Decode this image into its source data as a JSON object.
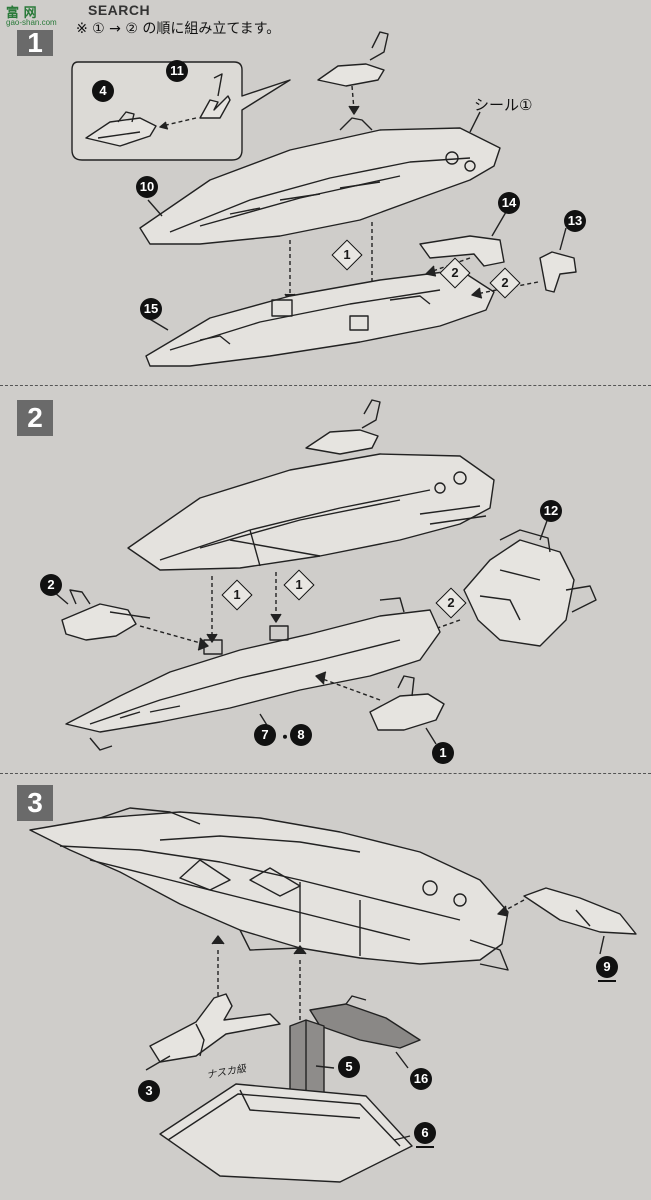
{
  "header": {
    "logo_text": "富 网",
    "logo_url": "gao-shan.com",
    "search_word": "SEARCH",
    "instruction": "※ ① → ② の順に組み立てます。"
  },
  "steps": [
    {
      "number": "1"
    },
    {
      "number": "2"
    },
    {
      "number": "3"
    }
  ],
  "step1": {
    "seal_label": "シール①",
    "parts": [
      "4",
      "11",
      "10",
      "14",
      "13",
      "15"
    ],
    "order_marks": [
      "1",
      "2",
      "2"
    ]
  },
  "step2": {
    "parts": [
      "12",
      "2",
      "1"
    ],
    "parts_pair": [
      "7",
      "8"
    ],
    "pair_sep": "・",
    "order_marks": [
      "1",
      "1",
      "2"
    ]
  },
  "step3": {
    "parts": [
      "9",
      "5",
      "3",
      "16",
      "6"
    ],
    "stand_label": "ナスカ級"
  }
}
